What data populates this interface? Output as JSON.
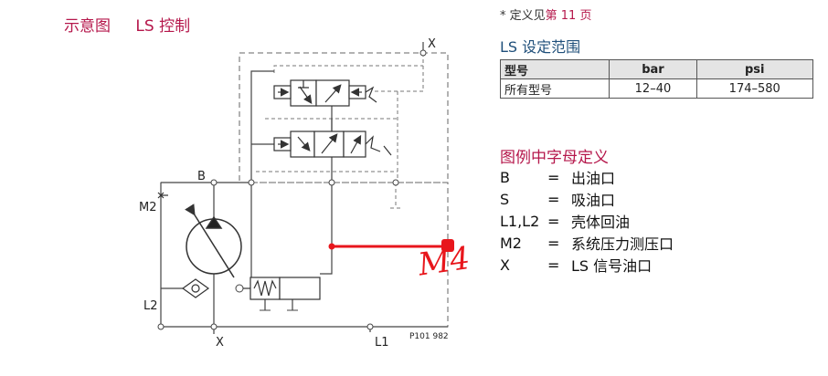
{
  "header": {
    "title_diagram": "示意图",
    "title_ls": "LS 控制"
  },
  "footnote": {
    "prefix": "* 定义见",
    "link_text": "第 11 页"
  },
  "ls_range": {
    "title": "LS 设定范围",
    "columns": [
      "型号",
      "bar",
      "psi"
    ],
    "rows": [
      [
        "所有型号",
        "12–40",
        "174–580"
      ]
    ]
  },
  "legend": {
    "title": "图例中字母定义",
    "items": [
      {
        "key": "B",
        "eq": "=",
        "value": "出油口"
      },
      {
        "key": "S",
        "eq": "=",
        "value": "吸油口"
      },
      {
        "key": "L1,L2",
        "eq": "=",
        "value": "壳体回油"
      },
      {
        "key": "M2",
        "eq": "=",
        "value": "系统压力测压口"
      },
      {
        "key": "X",
        "eq": "=",
        "value": "LS 信号油口"
      }
    ]
  },
  "diagram": {
    "labels": {
      "x_top": "X",
      "b": "B",
      "m2": "M2",
      "l2": "L2",
      "x_bottom": "X",
      "l1": "L1",
      "code": "P101 982"
    },
    "annotation": "M4",
    "colors": {
      "line": "#444444",
      "annotation": "#e8161c",
      "title": "#b5174b",
      "section": "#1f4f7a"
    }
  }
}
